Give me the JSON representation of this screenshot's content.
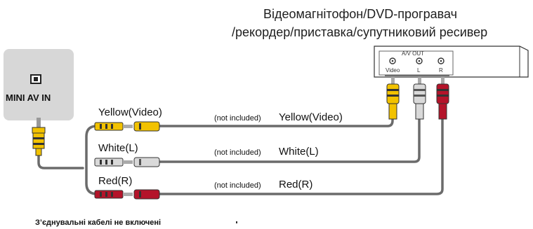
{
  "device": {
    "title_line1": "Відеомагнітофон/DVD-програвач",
    "title_line2": "/рекордер/приставка/супутниковий ресивер",
    "av_out_label": "A/V OUT",
    "jacks": [
      "Video",
      "L",
      "R"
    ]
  },
  "mini_av": {
    "label": "MINI AV IN"
  },
  "cables": [
    {
      "left_label": "Yellow(Video)",
      "note": "(not included)",
      "right_label": "Yellow(Video)",
      "color": "#f2c200"
    },
    {
      "left_label": "White(L)",
      "note": "(not included)",
      "right_label": "White(L)",
      "color": "#d9d9d9"
    },
    {
      "left_label": "Red(R)",
      "note": "(not included)",
      "right_label": "Red(R)",
      "color": "#b4142a"
    }
  ],
  "colors": {
    "wire": "#6b6b6b",
    "panel": "#d7d7d7",
    "yellow": "#f2c200",
    "white": "#d9d9d9",
    "red": "#b4142a"
  },
  "footnote": "З’єднувальні кабелі не включені"
}
